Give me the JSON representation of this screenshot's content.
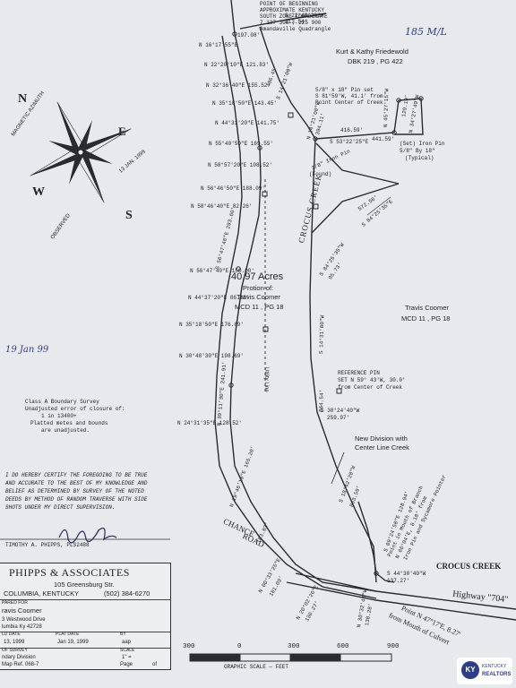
{
  "header_notes": {
    "pob_line1": "POINT OF BEGINNING",
    "pob_line2": "APPROXIMATE KENTUCKY",
    "pob_line3": "SOUTH ZONE COORDINATE",
    "pob_line4": "7 137 300 , 225 900",
    "pob_line5": "Amandaville Quadrangle",
    "top_call": "S 21°48'20\"W",
    "top_dist": "113.54'",
    "top_dist2": "197.08'"
  },
  "handwritten": {
    "acreage_note": "185 M/L",
    "date_note": "19 Jan 99",
    "signature": "Tim A. Phipps"
  },
  "adjoiners": {
    "friedewold_name": "Kurt & Kathy Friedewold",
    "friedewold_ref": "DBK 219 , PG 422",
    "coomer_name": "Travis Coomer",
    "coomer_ref": "MCD 11 , PG 18"
  },
  "tract": {
    "acres": "40.97 Acres",
    "portion_of": "Protion of:",
    "owner": "Travis Coomer",
    "ref": "MCD 11 , PG 18",
    "utility_line": "Utility Line"
  },
  "creeks": {
    "crocus_vertical": "CROCUS CREEK",
    "crocus_right": "CROCUS CREEK",
    "highway": "Highway \"704\"",
    "chance_road_1": "CHANCE",
    "chance_road_2": "ROAD"
  },
  "compass": {
    "n": "N",
    "e": "E",
    "s": "S",
    "w": "W",
    "magnetic": "MAGNETIC AZIMUTH",
    "observed": "OBSERVED",
    "date": "13 JAN. 1999"
  },
  "west_calls": [
    "N 16°17'55\"E",
    "N 22°20'10\"E  121.83'",
    "N 32°36'40\"E  155.52'",
    "N 35°18'50\"E  143.45'",
    "N 44°31'20\"E  141.75'",
    "N 55°40'50\"E  169.55'",
    "N 58°57'20\"E  108.52'",
    "N 56°46'50\"E  188.09'",
    "N 58°46'40\"E  82.26'",
    "N 56°47'40\"E  150.00'",
    "N 44°37'20\"E  86.38'",
    "N 35°18'50\"E  176.89'",
    "N 30°48'30\"E  198.69'",
    "N 24°31'35\"E  128.52'"
  ],
  "west_rotated": {
    "a": "S 56°47'40\"E 293.60'",
    "b": "N 30°11'30\"E 241.91'",
    "c": "N 19°46'10\"E 165.20'",
    "d": "183.83'"
  },
  "interior_calls": {
    "c1": "S 14°21'00\"W",
    "c2": "406.45'",
    "c3": "N 14°21'00\"W",
    "c4": "394.11'",
    "c5": "864.54'",
    "c6": "S 14°31'00\"W",
    "c7": "S 53°22'25\"E",
    "c8": "416.59'",
    "c9": "441.59'",
    "c10": "S 84°25'35\"W",
    "c11": "95.73'",
    "c12": "S 84°25'35\"E",
    "c13": "572.56'",
    "c14": "S 30°24'40\"W",
    "c15": "259.97'",
    "c16": "S 18°42'20\"W",
    "c17": "863.59'",
    "c18": "N 00°33'25\"E",
    "c19": "181.09'",
    "c20": "S 44°30'40\"W",
    "c21": "137.27'",
    "c22": "N 45°27'15\"W",
    "c23": "N 34°27'49\"W",
    "c24": "129.19'",
    "c25": "N 20°02'26\"E",
    "c26": "130.27'",
    "c27": "N 30°32'46\"W",
    "c28": "130.28'",
    "c29": "S 09°24'50\"E 128.94'"
  },
  "pins": {
    "pin_found_1": "5/8\" x 18\" Pin set",
    "pin_found_2": "S 81°59'W, 41.1' from",
    "pin_found_3": "Point Center of Creek",
    "iron_found": "3/8\" Iron Pin",
    "iron_found2": "(Found)",
    "set_pin_1": "(Set) Iron Pin",
    "set_pin_2": "5/8\" By 18\"",
    "set_pin_3": "(Typical)",
    "ref_pin_1": "REFERENCE PIN",
    "ref_pin_2": "SET N 59° 43'W, 30.0'",
    "ref_pin_3": "from Center of Creek",
    "mouth_1": "Point in Mouth of Branch",
    "mouth_2": "N 66°04'E, 8.18' from",
    "mouth_3": "Iron Pin and Sycamore Pointer",
    "culvert_1": "Point N 47°17'E, 8.27'",
    "culvert_2": "from Mouth of Culvert",
    "new_div_1": "New Division with",
    "new_div_2": "Center Line Creek"
  },
  "survey_notes": {
    "class_1": "Class A Boundary Survey",
    "class_2": "Unadjusted error of closure of:",
    "class_3": "1   in   13400+",
    "class_4": "Platted metes and bounds",
    "class_5": "are unadjusted."
  },
  "certification": {
    "line1": "I DO HEREBY CERTIFY THE FOREGOING TO BE TRUE",
    "line2": "AND ACCURATE TO THE BEST OF MY KNOWLEDGE AND",
    "line3": "BELIEF AS DETERMINED BY SURVEY OF THE NOTED",
    "line4": "DEEDS BY METHOD OF RANDOM TRAVERSE WITH SIDE",
    "line5": "SHOTS UNDER MY DIRECT SUPERVISION.",
    "surveyor": "TIMOTHY A. PHIPPS, PLS2488"
  },
  "title_block": {
    "firm": "PHIPPS & ASSOCIATES",
    "address": "105 Greensburg Str.",
    "city": "COLUMBIA, KENTUCKY",
    "phone": "(502)  384-6270",
    "prepared_for_label": "PARED FOR",
    "client": "ravis Coomer",
    "client_addr1": "3 Westwood Drive",
    "client_addr2": "lumbia Ky 42728",
    "field_date_label": "LD DATE",
    "plat_date_label": "PLAT DATE",
    "by_label": "BY",
    "field_date": "13, 1999",
    "plat_date": "Jan 19, 1999",
    "by": "aap",
    "type_label": "OF SURVEY",
    "scale_label": "SCALE",
    "type": "ndary Division",
    "scale": "1\" =",
    "map_ref": "Map Ref. 068-7",
    "page_label": "Page",
    "of_label": "of"
  },
  "scale_bar": {
    "ticks": [
      "300",
      "0",
      "300",
      "600",
      "900"
    ],
    "caption": "GRAPHIC SCALE — FEET"
  },
  "badge": {
    "logo_text": "KY",
    "line1": "KENTUCKY",
    "line2": "REALTORS"
  },
  "colors": {
    "ink": "#22232a",
    "blue_stamp": "#2e3e86",
    "paper": "#e8e9ec"
  }
}
